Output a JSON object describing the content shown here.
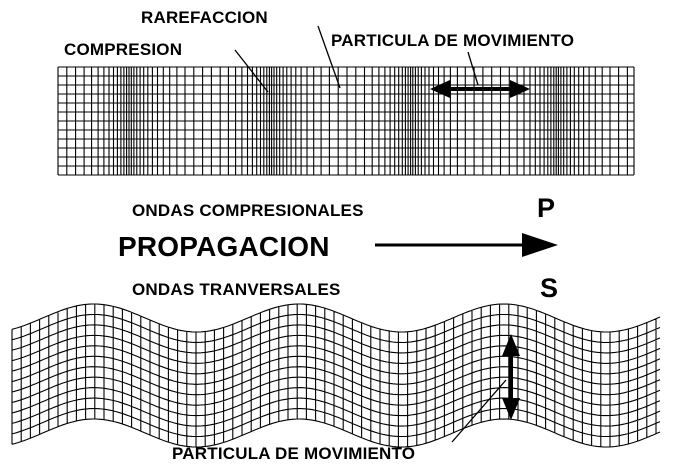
{
  "p_wave": {
    "rarefaction_label": "RAREFACCION",
    "compression_label": "COMPRESION",
    "particle_motion_label": "PARTICULA DE MOVIMIENTO",
    "caption": "ONDAS COMPRESIONALES",
    "letter": "P"
  },
  "propagation": {
    "label": "PROPAGACION"
  },
  "s_wave": {
    "caption": "ONDAS TRANVERSALES",
    "letter": "S",
    "particle_motion_label": "PARTICULA DE MOVIMIENTO"
  },
  "colors": {
    "ink": "#000000",
    "background": "#ffffff"
  }
}
